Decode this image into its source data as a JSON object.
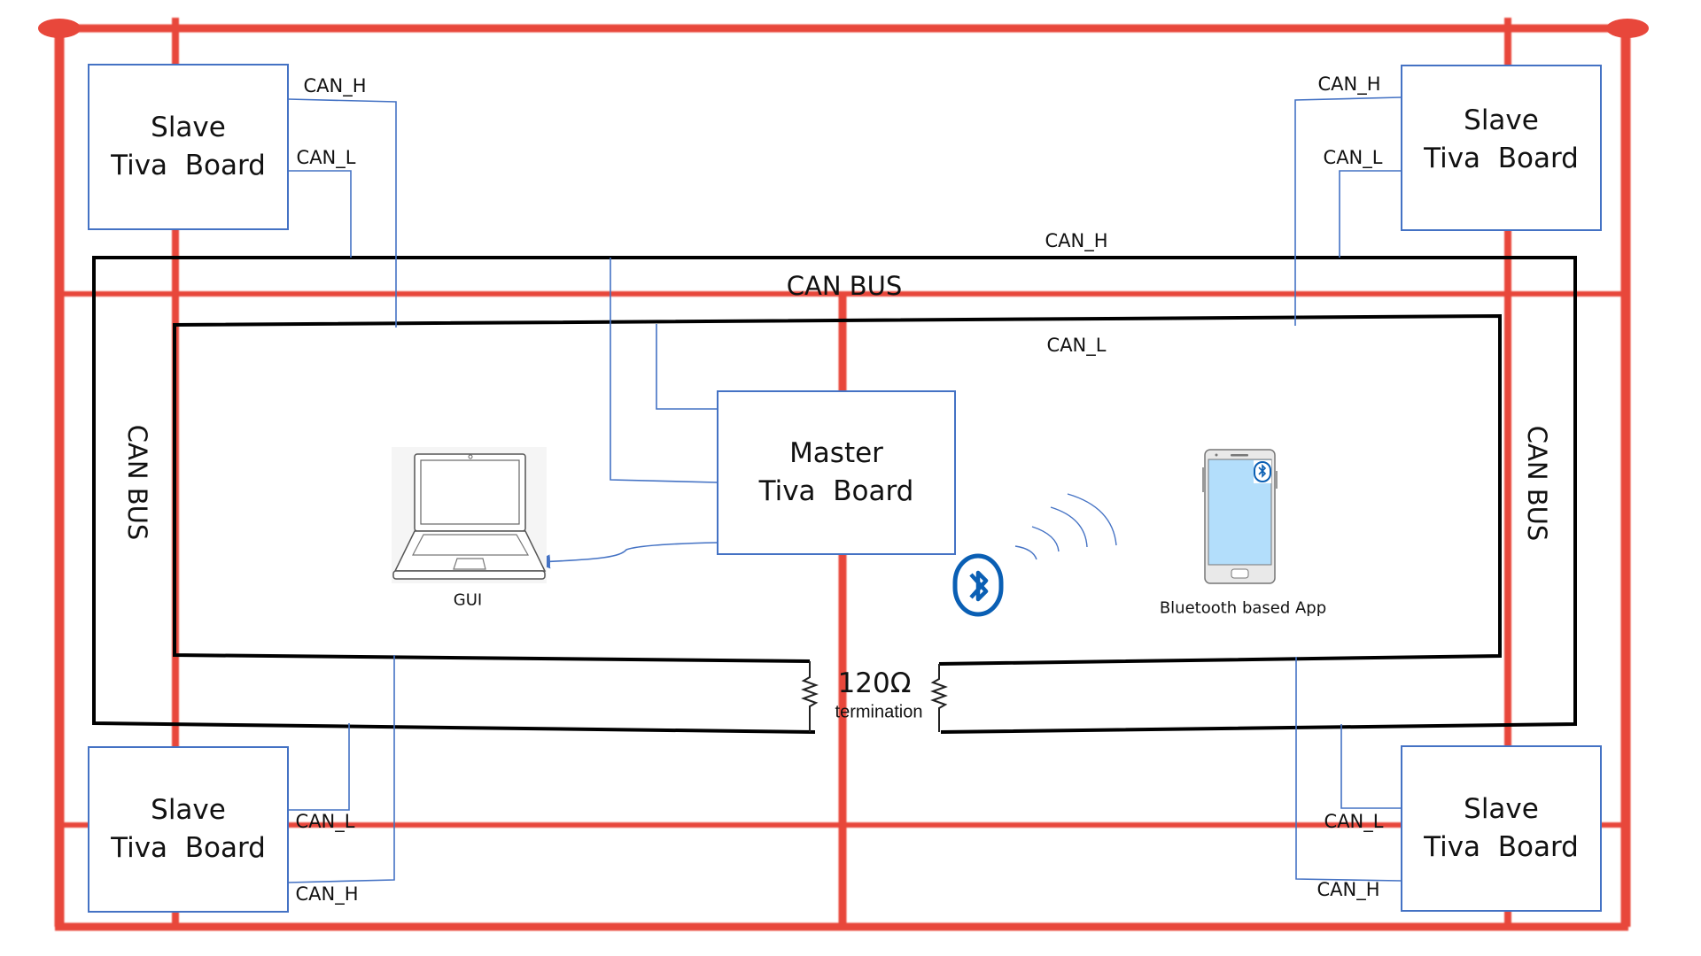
{
  "diagram": {
    "title": "CAN BUS network with Master and Slave Tiva boards",
    "colors": {
      "power_grid": "#E8473B",
      "bus_wire": "#000000",
      "signal_wire": "#4472C4",
      "bluetooth": "#0A5FB4",
      "phone_screen": "#B3DEFB"
    },
    "bus": {
      "top_label": "CAN BUS",
      "left_label": "CAN BUS",
      "right_label": "CAN BUS",
      "outer_line_label": "CAN_H",
      "inner_line_label": "CAN_L"
    },
    "master": {
      "line1": "Master",
      "line2": "Tiva  Board"
    },
    "slaves": [
      {
        "position": "top-left",
        "line1": "Slave",
        "line2": "Tiva  Board",
        "pin_h": "CAN_H",
        "pin_l": "CAN_L"
      },
      {
        "position": "top-right",
        "line1": "Slave",
        "line2": "Tiva  Board",
        "pin_h": "CAN_H",
        "pin_l": "CAN_L"
      },
      {
        "position": "bottom-left",
        "line1": "Slave",
        "line2": "Tiva  Board",
        "pin_h": "CAN_H",
        "pin_l": "CAN_L"
      },
      {
        "position": "bottom-right",
        "line1": "Slave",
        "line2": "Tiva  Board",
        "pin_h": "CAN_H",
        "pin_l": "CAN_L"
      }
    ],
    "termination": {
      "value": "120Ω",
      "label": "termination"
    },
    "gui": {
      "label": "GUI",
      "icon": "laptop-icon"
    },
    "app": {
      "label": "Bluetooth based App",
      "icon": "smartphone-icon"
    },
    "bluetooth": {
      "icon": "bluetooth-icon",
      "signal_icon": "wireless-signal-icon"
    }
  }
}
